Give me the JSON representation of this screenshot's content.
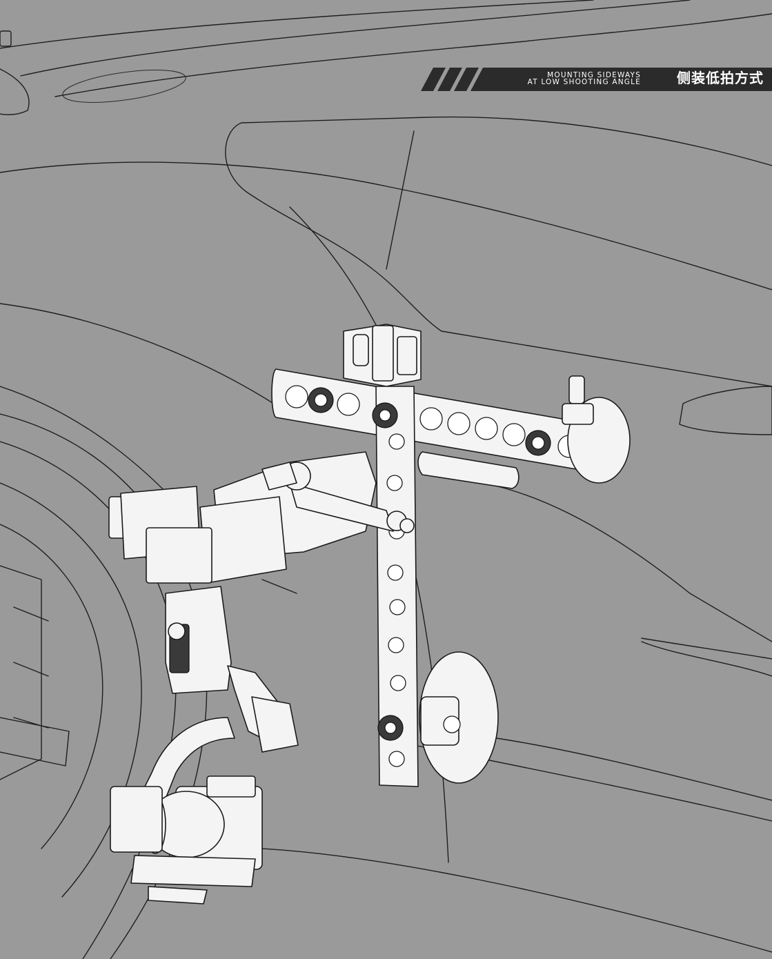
{
  "header": {
    "title_en_line1": "MOUNTING SIDEWAYS",
    "title_en_line2": "AT LOW SHOOTING ANGLE",
    "title_zh": "侧装低拍方式",
    "band_color": "#2b2b2b",
    "stripe_color": "#2b2b2b"
  },
  "colors": {
    "background": "#9a9a9a",
    "line": "#1e1e1e",
    "part_fill": "#f4f4f4"
  }
}
